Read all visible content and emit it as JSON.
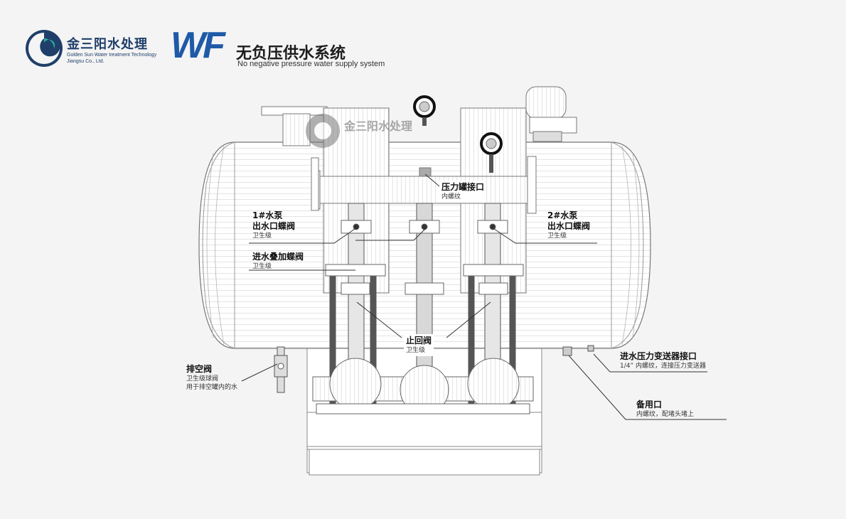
{
  "brand": {
    "name_cn": "金三阳水处理",
    "name_en_line1": "Golden Sun Water treatment Technology",
    "name_en_line2": "Jiangsu Co., Ltd.",
    "colors": {
      "navy": "#1f3f6a",
      "teal": "#2bb3a0",
      "wf_blue": "#1e5aa8"
    }
  },
  "product": {
    "logo": "WF",
    "title_cn": "无负压供水系统",
    "title_en": "No negative pressure water supply system"
  },
  "callouts": [
    {
      "key": "pressure_tank_port",
      "title": "压力罐接口",
      "sub": "内螺纹"
    },
    {
      "key": "pump1_outlet_valve",
      "title_line1": "1#水泵",
      "title_line2": "出水口蝶阀",
      "sub": "卫生级"
    },
    {
      "key": "inlet_butterfly_valve",
      "title": "进水叠加蝶阀",
      "sub": "卫生级"
    },
    {
      "key": "pump2_outlet_valve",
      "title_line1": "2#水泵",
      "title_line2": "出水口蝶阀",
      "sub": "卫生级"
    },
    {
      "key": "check_valve",
      "title": "止回阀",
      "sub": "卫生级"
    },
    {
      "key": "vent_valve",
      "title": "排空阀",
      "sub_line1": "卫生级球阀",
      "sub_line2": "用于排空罐内的水"
    },
    {
      "key": "inlet_pressure_transmitter_port",
      "title": "进水压力变送器接口",
      "sub": "1/4” 内螺纹，连接压力变送器"
    },
    {
      "key": "spare_port",
      "title": "备用口",
      "sub": "内螺纹，配堵头堵上"
    }
  ]
}
